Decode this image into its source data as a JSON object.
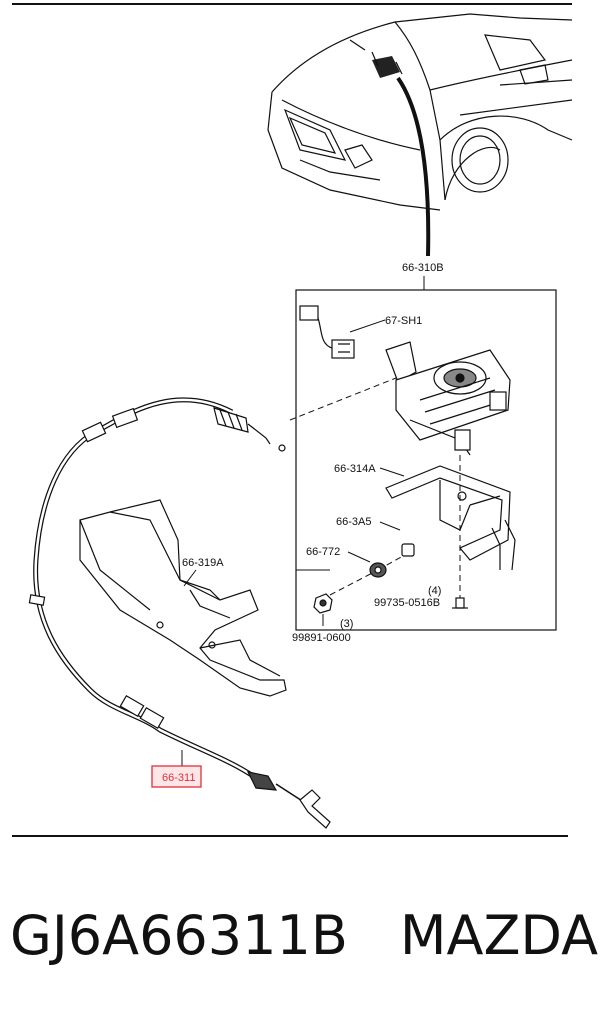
{
  "diagram": {
    "callouts": {
      "cable_assembly_top": "66-310B",
      "actuator_connector": "67-SH1",
      "bracket": "66-314A",
      "bushing": "66-3A5",
      "grommet": "66-772",
      "cover": "66-319A",
      "bolt_qty": "(4)",
      "bolt": "99735-0516B",
      "nut_qty": "(3)",
      "nut": "99891-0600",
      "highlighted_part": "66-311"
    }
  },
  "caption": {
    "part_number": "GJ6A66311B",
    "brand": "MAZDA"
  },
  "colors": {
    "line": "#111111",
    "highlight": "#e0303a",
    "highlight_fill": "#fde6e8"
  }
}
